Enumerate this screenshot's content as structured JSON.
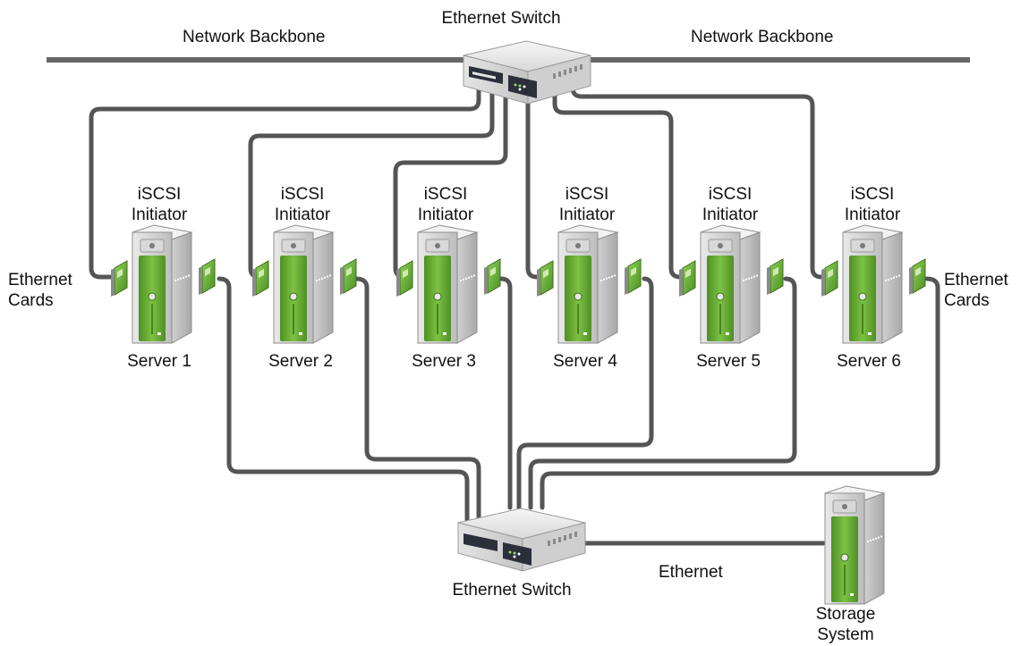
{
  "top_switch": {
    "label": "Ethernet Switch"
  },
  "backbone": {
    "left_label": "Network Backbone",
    "right_label": "Network Backbone"
  },
  "servers": [
    {
      "initiator_line1": "iSCSI",
      "initiator_line2": "Initiator",
      "name": "Server 1"
    },
    {
      "initiator_line1": "iSCSI",
      "initiator_line2": "Initiator",
      "name": "Server 2"
    },
    {
      "initiator_line1": "iSCSI",
      "initiator_line2": "Initiator",
      "name": "Server 3"
    },
    {
      "initiator_line1": "iSCSI",
      "initiator_line2": "Initiator",
      "name": "Server 4"
    },
    {
      "initiator_line1": "iSCSI",
      "initiator_line2": "Initiator",
      "name": "Server 5"
    },
    {
      "initiator_line1": "iSCSI",
      "initiator_line2": "Initiator",
      "name": "Server 6"
    }
  ],
  "ethernet_cards_left": {
    "line1": "Ethernet",
    "line2": "Cards"
  },
  "ethernet_cards_right": {
    "line1": "Ethernet",
    "line2": "Cards"
  },
  "bottom_switch": {
    "label": "Ethernet Switch"
  },
  "ethernet_link": {
    "label": "Ethernet"
  },
  "storage": {
    "line1": "Storage",
    "line2": "System"
  },
  "colors": {
    "cable": "#555555",
    "server_green": "#5aa02c",
    "card_green": "#6cb33f",
    "backbone": "#666666"
  }
}
